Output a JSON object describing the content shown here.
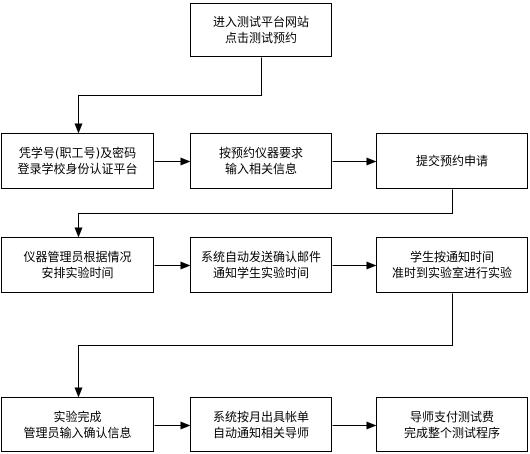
{
  "flowchart": {
    "line_color": "#000000",
    "box_border_color": "#000000",
    "nodes": [
      {
        "id": "visit-site",
        "lines": [
          "进入测试平台网站",
          "点击测试预约"
        ]
      },
      {
        "id": "login",
        "lines": [
          "凭学号(职工号)及密码",
          "登录学校身份认证平台"
        ]
      },
      {
        "id": "enter-info",
        "lines": [
          "按预约仪器要求",
          "输入相关信息"
        ]
      },
      {
        "id": "submit-request",
        "lines": [
          "提交预约申请"
        ]
      },
      {
        "id": "schedule",
        "lines": [
          "仪器管理员根据情况",
          "安排实验时间"
        ]
      },
      {
        "id": "send-email",
        "lines": [
          "系统自动发送确认邮件",
          "通知学生实验时间"
        ]
      },
      {
        "id": "run-experiment",
        "lines": [
          "学生按通知时间",
          "准时到实验室进行实验"
        ]
      },
      {
        "id": "confirm",
        "lines": [
          "实验完成",
          "管理员输入确认信息"
        ]
      },
      {
        "id": "bill",
        "lines": [
          "系统按月出具帐单",
          "自动通知相关导师"
        ]
      },
      {
        "id": "pay",
        "lines": [
          "导师支付测试费",
          "完成整个测试程序"
        ]
      }
    ],
    "edges": [
      {
        "from": "visit-site",
        "to": "login"
      },
      {
        "from": "login",
        "to": "enter-info"
      },
      {
        "from": "enter-info",
        "to": "submit-request"
      },
      {
        "from": "submit-request",
        "to": "schedule"
      },
      {
        "from": "schedule",
        "to": "send-email"
      },
      {
        "from": "send-email",
        "to": "run-experiment"
      },
      {
        "from": "run-experiment",
        "to": "confirm"
      },
      {
        "from": "confirm",
        "to": "bill"
      },
      {
        "from": "bill",
        "to": "pay"
      }
    ]
  }
}
